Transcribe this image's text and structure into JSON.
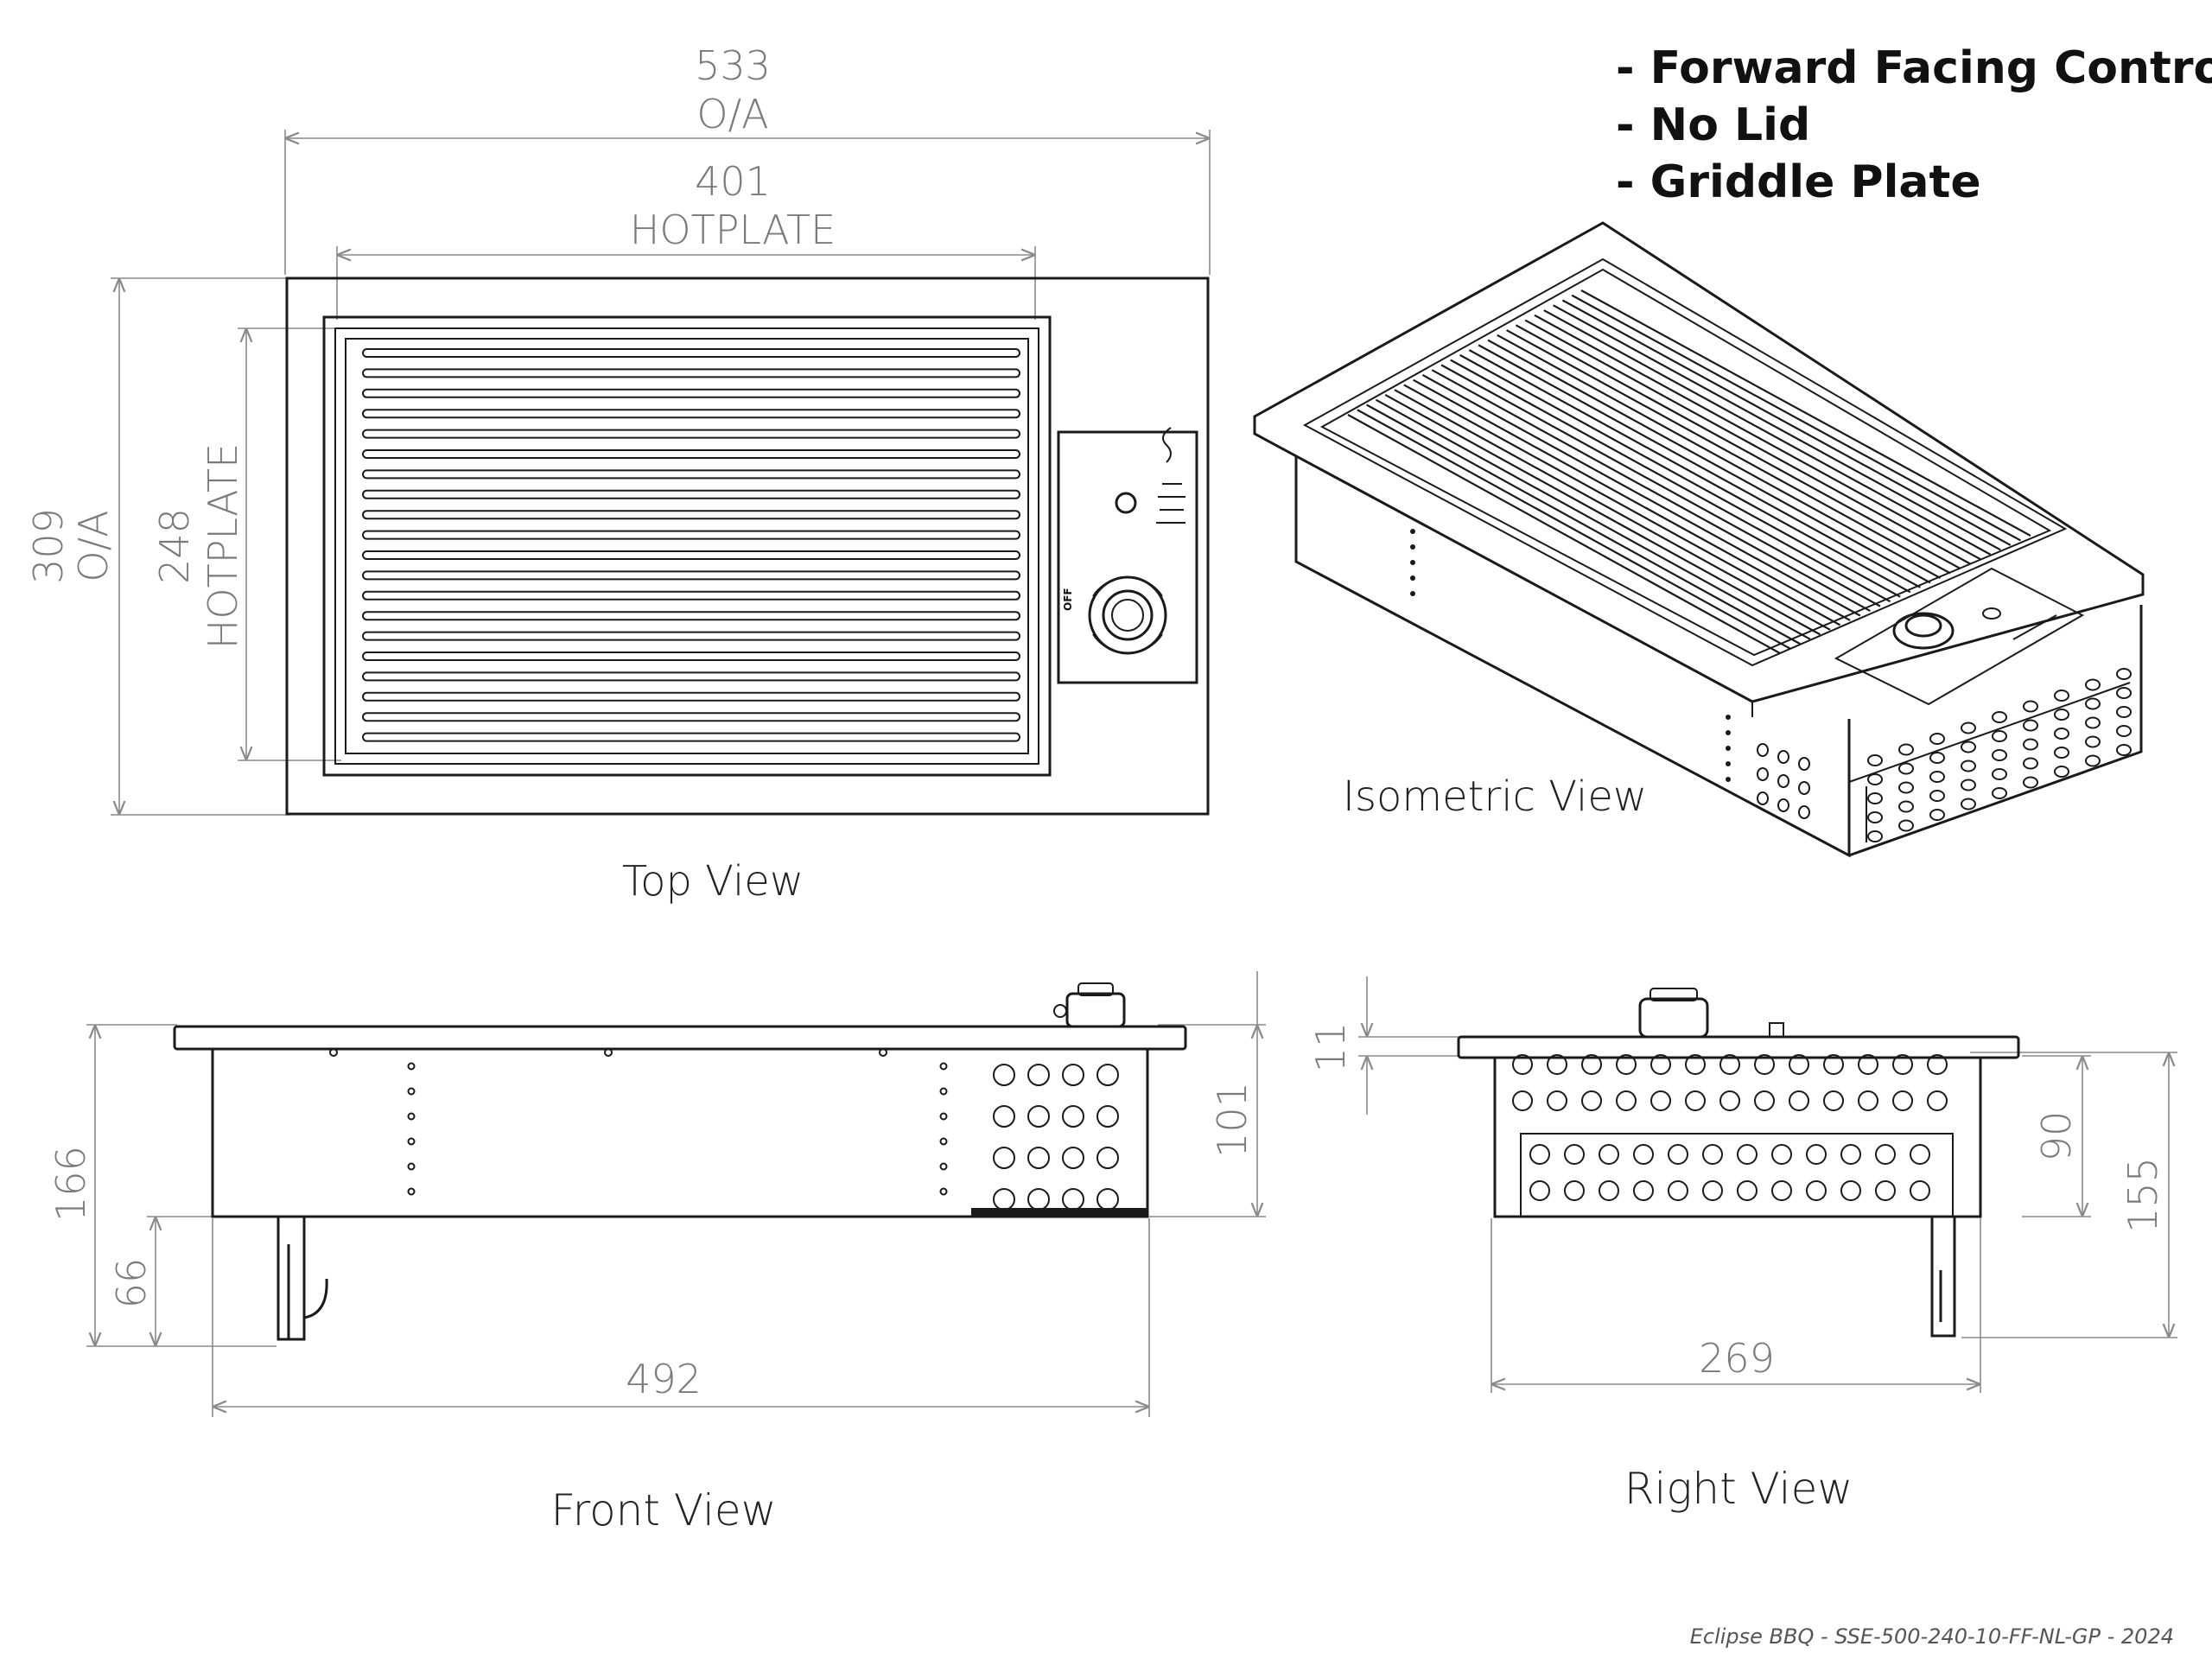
{
  "notes": [
    "- Forward Facing Controls",
    "- No Lid",
    "- Griddle Plate"
  ],
  "views": {
    "top": "Top View",
    "isometric": "Isometric  View",
    "front": "Front View",
    "right": "Right View"
  },
  "top_view_dims": {
    "overall_width": "533",
    "overall_width_label": "O/A",
    "hotplate_width": "401",
    "hotplate_width_label": "HOTPLATE",
    "overall_depth": "309",
    "overall_depth_label": "O/A",
    "hotplate_depth": "248",
    "hotplate_depth_label": "HOTPLATE"
  },
  "front_view_dims": {
    "total_height": "166",
    "leg_height": "66",
    "body_height": "101",
    "width": "492"
  },
  "right_view_dims": {
    "top_thickness": "11",
    "body_height": "90",
    "total_height": "155",
    "width": "269"
  },
  "knob_label": "OFF",
  "footer": "Eclipse BBQ - SSE-500-240-10-FF-NL-GP - 2024"
}
